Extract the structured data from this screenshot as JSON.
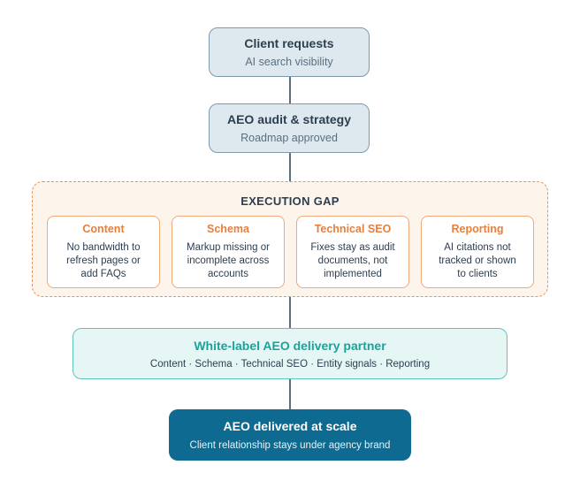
{
  "nodes": {
    "client_requests": {
      "title": "Client requests",
      "subtitle": "AI search visibility"
    },
    "audit": {
      "title": "AEO audit & strategy",
      "subtitle": "Roadmap approved"
    },
    "execution_gap": {
      "title": "EXECUTION GAP",
      "cards": [
        {
          "title": "Content",
          "lines": [
            "No bandwidth to",
            "refresh pages or",
            "add FAQs"
          ]
        },
        {
          "title": "Schema",
          "lines": [
            "Markup missing or",
            "incomplete across",
            "accounts"
          ]
        },
        {
          "title": "Technical SEO",
          "lines": [
            "Fixes stay as audit",
            "documents, not",
            "implemented"
          ]
        },
        {
          "title": "Reporting",
          "lines": [
            "AI citations not",
            "tracked or shown",
            "to clients"
          ]
        }
      ]
    },
    "partner": {
      "title": "White-label AEO delivery partner",
      "subtitle": "Content · Schema · Technical SEO · Entity signals · Reporting"
    },
    "delivered": {
      "title": "AEO delivered at scale",
      "subtitle": "Client relationship stays under agency brand"
    }
  },
  "colors": {
    "blue_box": "#dde9ef",
    "gap_border": "#e8955a",
    "card_title": "#e5803f",
    "partner_title": "#1aa39c",
    "final_box": "#0e6a91",
    "connector": "#5a6f80"
  }
}
